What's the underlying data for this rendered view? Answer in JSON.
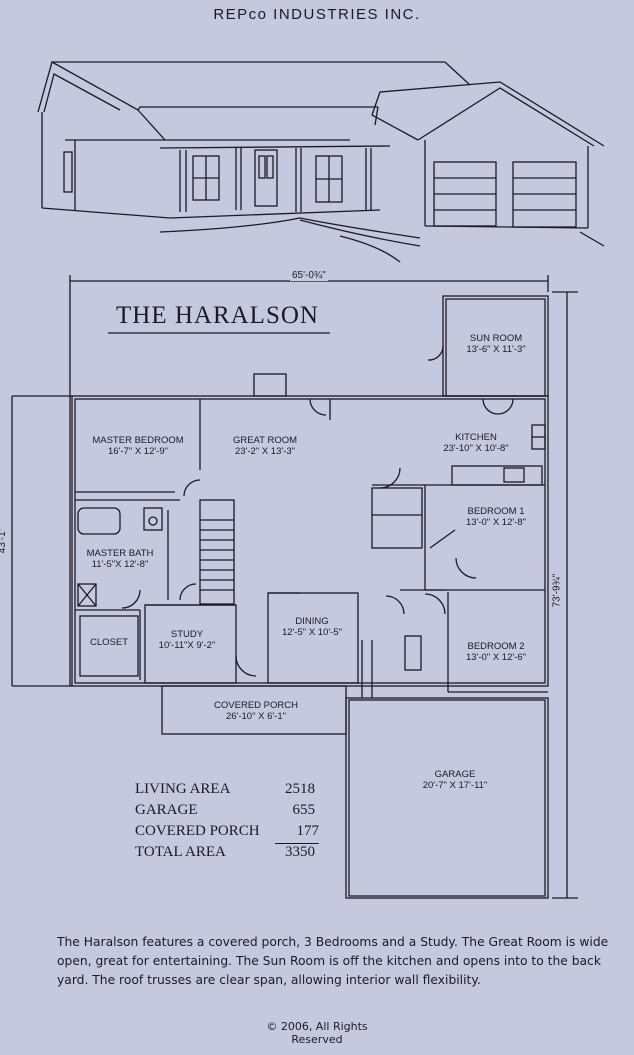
{
  "header": {
    "company": "REPco INDUSTRIES INC."
  },
  "plan": {
    "title": "THE HARALSON",
    "overall_width": "65'-0¾\"",
    "overall_depth": "73'-9¾\"",
    "left_dim": "43'-1\"",
    "rooms": [
      {
        "key": "sun_room",
        "name": "SUN ROOM",
        "size": "13'-6\" X 11'-3\""
      },
      {
        "key": "master_bedroom",
        "name": "MASTER BEDROOM",
        "size": "16'-7\" X 12'-9\""
      },
      {
        "key": "great_room",
        "name": "GREAT ROOM",
        "size": "23'-2\" X 13'-3\""
      },
      {
        "key": "kitchen",
        "name": "KITCHEN",
        "size": "23'-10\" X 10'-8\""
      },
      {
        "key": "bedroom1",
        "name": "BEDROOM 1",
        "size": "13'-0\" X 12'-8\""
      },
      {
        "key": "master_bath",
        "name": "MASTER BATH",
        "size": "11'-5\"X 12'-8\""
      },
      {
        "key": "closet",
        "name": "CLOSET",
        "size": ""
      },
      {
        "key": "study",
        "name": "STUDY",
        "size": "10'-11\"X 9'-2\""
      },
      {
        "key": "dining",
        "name": "DINING",
        "size": "12'-5\" X 10'-5\""
      },
      {
        "key": "bedroom2",
        "name": "BEDROOM 2",
        "size": "13'-0\" X 12'-6\""
      },
      {
        "key": "covered_porch",
        "name": "COVERED PORCH",
        "size": "26'-10\" X 6'-1\""
      },
      {
        "key": "garage",
        "name": "GARAGE",
        "size": "20'-7\" X 17'-11\""
      }
    ]
  },
  "areas": [
    {
      "label": "LIVING AREA",
      "value": "2518"
    },
    {
      "label": "GARAGE",
      "value": "655"
    },
    {
      "label": "COVERED PORCH",
      "value": "177"
    },
    {
      "label": "TOTAL AREA",
      "value": "3350"
    }
  ],
  "description": "The Haralson features a covered porch, 3 Bedrooms and a Study. The Great Room is wide open, great for entertaining. The Sun Room is off the kitchen and opens into to the back yard. The roof trusses are clear span, allowing interior wall flexibility.",
  "copyright": {
    "line1": "© 2006, All Rights",
    "line2": "Reserved"
  },
  "colors": {
    "background": "#c6c8dd",
    "ink": "#1a1a2a"
  }
}
